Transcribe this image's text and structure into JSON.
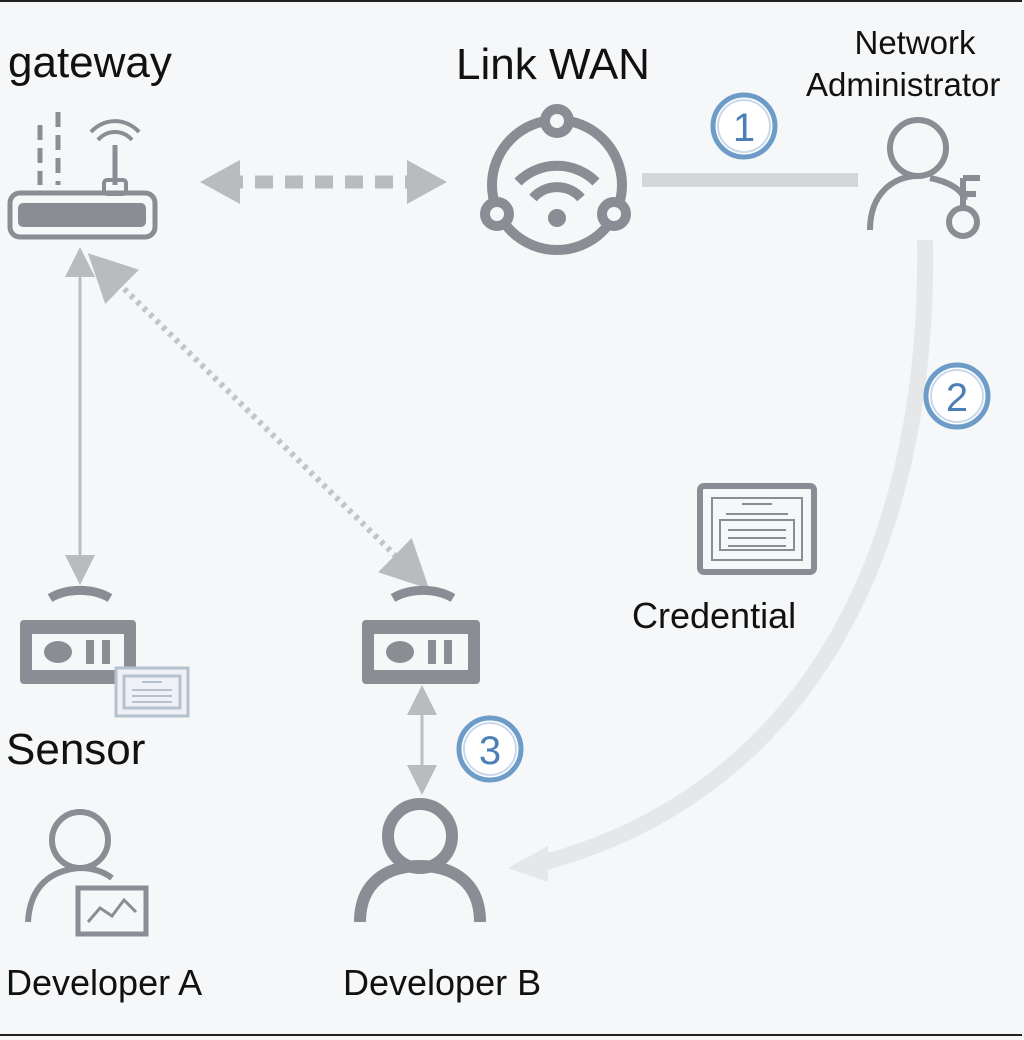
{
  "nodes": {
    "gateway": {
      "label": "gateway",
      "icon": "router-icon"
    },
    "link_wan": {
      "label": "Link WAN",
      "icon": "wifi-hub-icon"
    },
    "network_admin": {
      "label_line1": "Network",
      "label_line2": "Administrator",
      "icon": "user-key-icon"
    },
    "credential": {
      "label": "Credential",
      "icon": "credential-card-icon"
    },
    "sensor": {
      "label": "Sensor",
      "icon": "sensor-device-icon"
    },
    "sensor_b": {
      "icon": "sensor-device-icon"
    },
    "developer_a": {
      "label": "Developer A",
      "icon": "user-chart-icon"
    },
    "developer_b": {
      "label": "Developer B",
      "icon": "user-icon"
    }
  },
  "steps": [
    {
      "number": "1"
    },
    {
      "number": "2"
    },
    {
      "number": "3"
    }
  ],
  "colors": {
    "icon_gray": "#8a8d93",
    "line_gray": "#c4c6c9",
    "badge_blue": "#6e9cc8",
    "badge_text": "#4b7fb5",
    "text": "#111111",
    "background": "#f6f7f8"
  }
}
